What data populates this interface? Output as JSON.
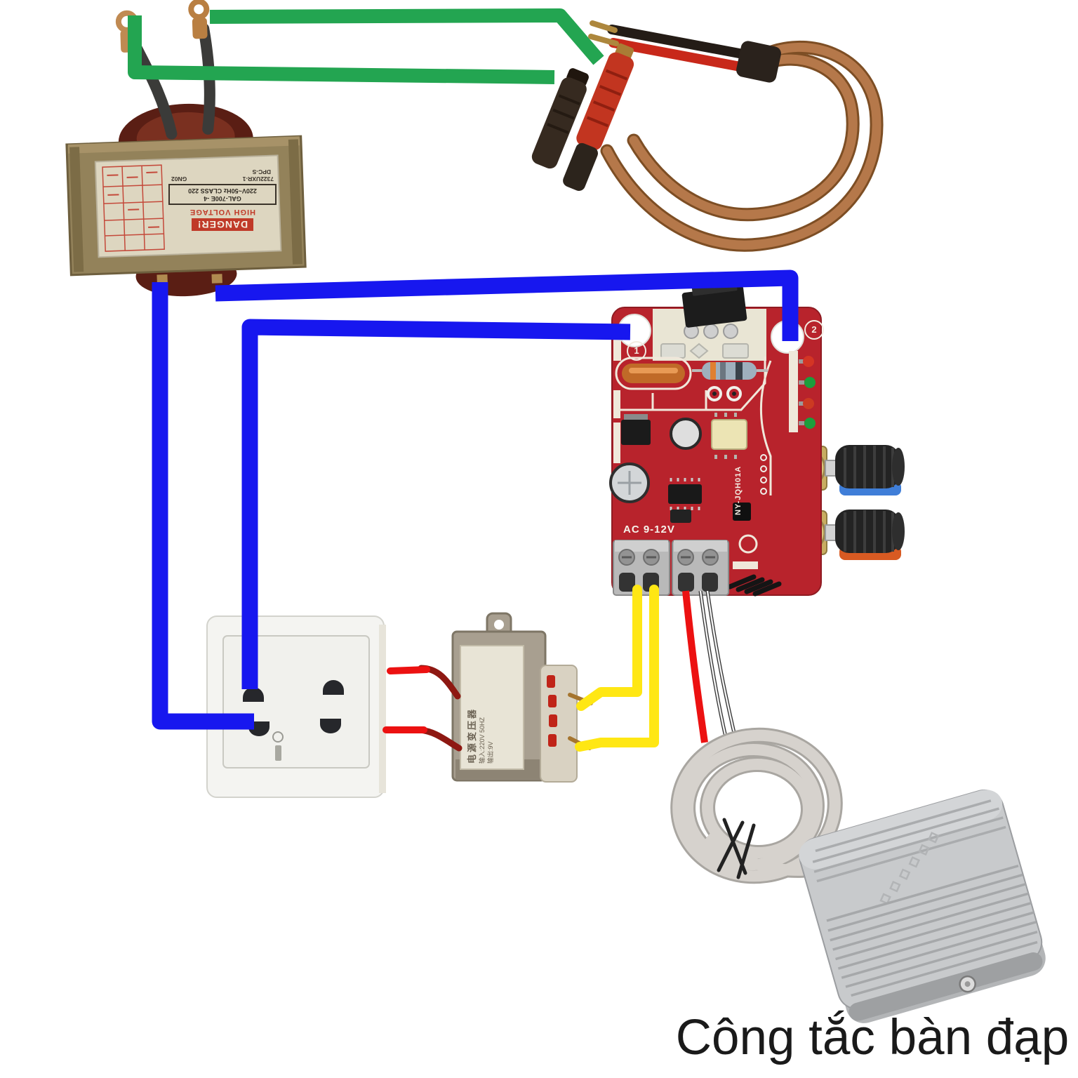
{
  "caption": {
    "text": "Công tắc bàn đạp"
  },
  "colors": {
    "background": "#ffffff",
    "pcb": "#b8232c",
    "wire_green": "#23a551",
    "wire_blue": "#1717ef",
    "wire_yellow": "#ffe714",
    "wire_red": "#ec1111",
    "cable_copper": "#b5784a",
    "cable_gray": "#d6d2cd"
  },
  "mot_label": {
    "danger": "DANGER!",
    "high_voltage": "HIGH VOLTAGE",
    "model": "GAL-700E -4",
    "rating": "220V~50Hz CLASS 220",
    "serial": "7322UXR-1",
    "code": "GN02",
    "type": "DPC-S"
  },
  "control_board": {
    "model": "NY-JQH01A",
    "power_input_label": "AC 9-12V",
    "hole_1": "1",
    "hole_2": "2"
  },
  "aux_transformer_label": {
    "title": "电源变压器",
    "input": "输入:220V 50HZ",
    "output": "输出:9V"
  }
}
